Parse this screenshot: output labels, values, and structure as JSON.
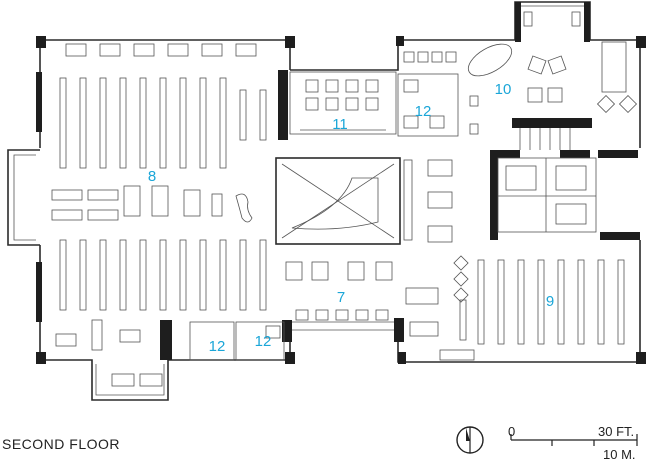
{
  "title": "SECOND FLOOR",
  "rooms": [
    {
      "id": "r8",
      "label": "8"
    },
    {
      "id": "r7",
      "label": "7"
    },
    {
      "id": "r9",
      "label": "9"
    },
    {
      "id": "r10",
      "label": "10"
    },
    {
      "id": "r11",
      "label": "11"
    },
    {
      "id": "r12a",
      "label": "12"
    },
    {
      "id": "r12b",
      "label": "12"
    },
    {
      "id": "r12c",
      "label": "12"
    }
  ],
  "scale_bar": {
    "zero": "0",
    "feet": "30 FT.",
    "meters": "10 M."
  },
  "colors": {
    "room_number": "#1aa6d8",
    "walls": "#2b2b2b",
    "lines": "#555555"
  },
  "icons": {
    "north_arrow": "north-arrow-icon"
  }
}
